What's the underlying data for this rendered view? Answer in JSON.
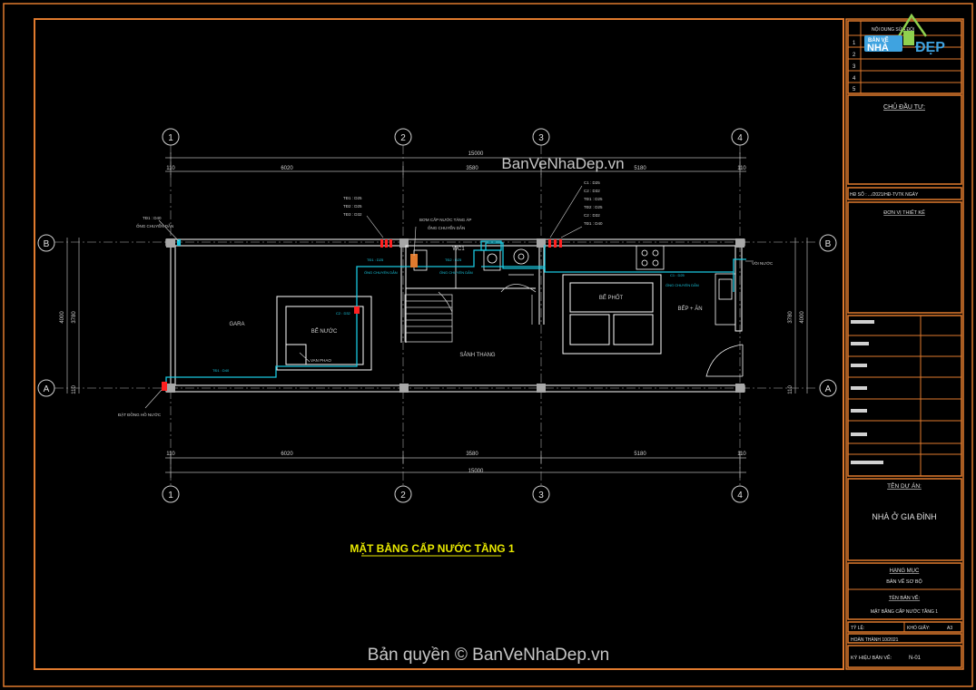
{
  "watermark": {
    "center": "BanVeNhaDep.vn",
    "bottom": "Bản quyền © BanVeNhaDep.vn",
    "logo_top": "BẢN VẼ",
    "logo_mid": "NHÀ",
    "logo_right": "ĐẸP"
  },
  "grid": {
    "cols": [
      "1",
      "2",
      "3",
      "4"
    ],
    "rows": [
      "B",
      "A"
    ]
  },
  "dims": {
    "total": "15000",
    "seg1": "6020",
    "seg2": "3580",
    "seg3": "5180",
    "edge": "110",
    "side_outer": "4000",
    "side_inner": "3780",
    "side_end": "110"
  },
  "rooms": {
    "gara": "GARA",
    "wc": "WC1",
    "stair": "SẢNH THANG",
    "kitchen": "BẾP + ĂN",
    "tank": "BỂ NƯỚC",
    "septic": "BỂ PHỐT"
  },
  "notes": {
    "pump": "BƠM CẤP NƯỚC TĂNG ÁP",
    "meter": "ĐẶT ĐỒNG HỒ NƯỚC",
    "valve": "VAN PHAO",
    "faucet": "VÒI NƯỚC",
    "pipe1": "TĐ1 : D40",
    "pipe2": "ỐNG CHUYỂN DẪN",
    "c1": "C1 : D25",
    "c2": "C2 : D32",
    "r1": "TĐ1 : D25",
    "r2": "TĐ2 : D25",
    "r3": "TĐ3 : D32"
  },
  "title": "MẶT BẰNG CẤP NƯỚC TẦNG 1",
  "titleblock": {
    "rev_header": "NỘI DUNG SỬA ĐỔI",
    "rows": [
      "1",
      "2",
      "3",
      "4",
      "5"
    ],
    "owner": "CHỦ ĐẦU TƯ:",
    "contract": "HĐ SỐ : .../2021/HĐ-TVTK NGÀY",
    "designer": "ĐƠN VỊ THIẾT KẾ",
    "project_label": "TÊN DỰ ÁN:",
    "project_name": "NHÀ Ở GIA ĐÌNH",
    "item_label": "HẠNG MỤC",
    "item_value": "BẢN VẼ SƠ BỘ",
    "sheet_label": "TÊN BẢN VẼ:",
    "sheet_value": "MẶT BẰNG CẤP NƯỚC TẦNG 1",
    "scale_label": "TỶ LỆ:",
    "paper_label": "KHỔ GIẤY:",
    "paper_value": "A3",
    "date_label": "HOÀN THÀNH 10/2021",
    "drawing_no_label": "KÝ HIỆU BẢN VẼ:",
    "drawing_no": "N-01"
  },
  "colors": {
    "frame": "#e07a2e",
    "wall": "#ffffff",
    "pipe": "#19c8e0",
    "red": "#ff2020",
    "title": "#e8e800",
    "grid": "#7a7a7a"
  }
}
